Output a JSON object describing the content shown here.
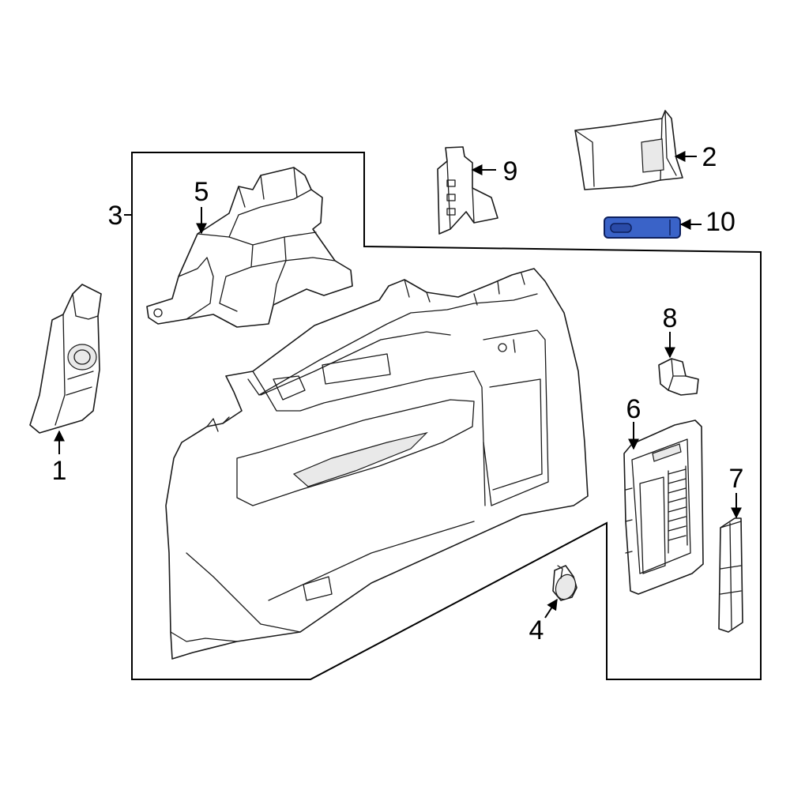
{
  "diagram": {
    "callouts": [
      {
        "id": "1",
        "label": "1"
      },
      {
        "id": "2",
        "label": "2"
      },
      {
        "id": "3",
        "label": "3"
      },
      {
        "id": "4",
        "label": "4"
      },
      {
        "id": "5",
        "label": "5"
      },
      {
        "id": "6",
        "label": "6"
      },
      {
        "id": "7",
        "label": "7"
      },
      {
        "id": "8",
        "label": "8"
      },
      {
        "id": "9",
        "label": "9"
      },
      {
        "id": "10",
        "label": "10"
      }
    ],
    "highlighted_part": "10",
    "colors": {
      "highlight_fill": "#3a63c8",
      "highlight_stroke": "#0d1f5c",
      "line": "#1a1a1a",
      "background": "#ffffff"
    }
  }
}
